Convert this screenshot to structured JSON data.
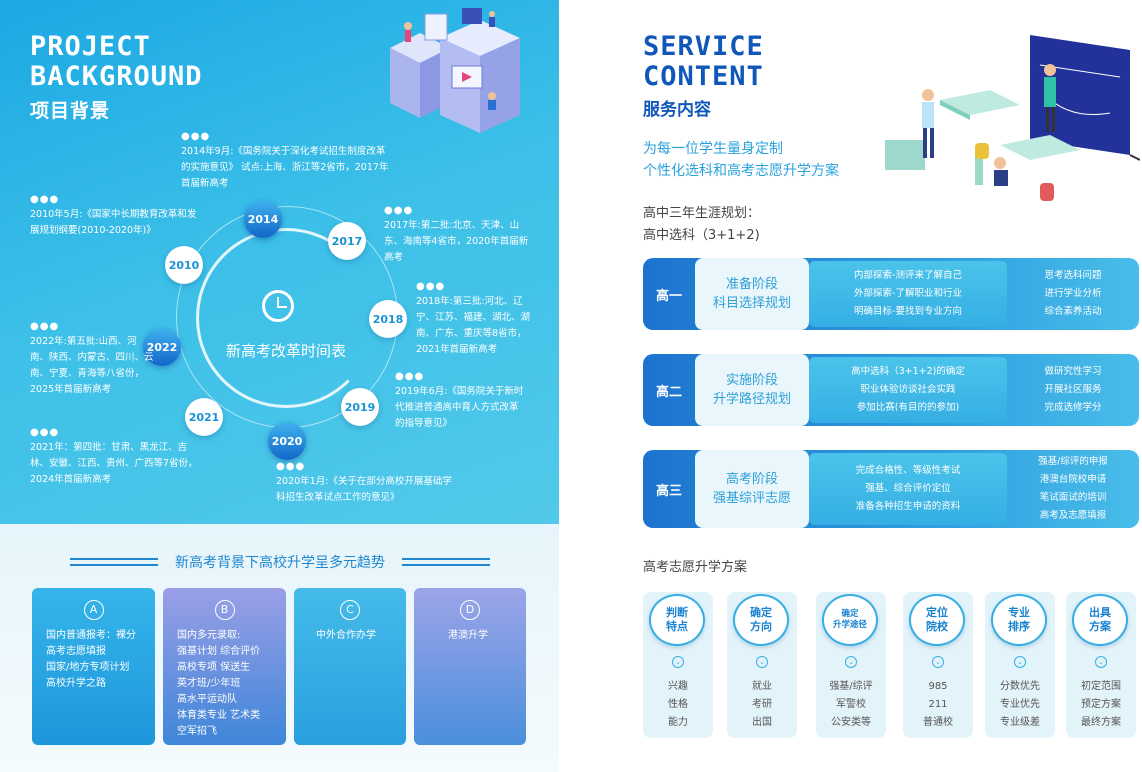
{
  "left": {
    "title_en_1": "PROJECT",
    "title_en_2": "BACKGROUND",
    "title_cn": "项目背景",
    "timeline_center": "新高考改革时间表",
    "years": [
      "2014",
      "2017",
      "2018",
      "2019",
      "2020",
      "2021",
      "2022",
      "2010"
    ],
    "notes": {
      "n2014": [
        "2014年9月:《国务院关于深化考试招生制度改革",
        "的实施意见》 试点:上海、浙江等2省市，2017年",
        "首届新高考"
      ],
      "n2010": [
        "2010年5月:《国家中长期教育改革和发",
        "展规划纲要(2010-2020年)》"
      ],
      "n2017": [
        "2017年:第二批:北京、天津、山",
        "东、海南等4省市，2020年首届新",
        "高考"
      ],
      "n2018": [
        "2018年:第三批:河北、辽",
        "宁、江苏、福建、湖北、湖",
        "南、广东、重庆等8省市，",
        "2021年首届新高考"
      ],
      "n2022": [
        "2022年:第五批:山西、河",
        "南、陕西、内蒙古、四川、云",
        "南、宁夏、青海等八省份，",
        "2025年首届新高考"
      ],
      "n2019": [
        "2019年6月:《国务院关于新时",
        "代推进普通高中育人方式改革",
        "的指导意见》"
      ],
      "n2021": [
        "2021年：第四批：甘肃、黑龙江、吉",
        "林、安徽、江西、贵州、广西等7省份，",
        "2024年首届新高考"
      ],
      "n2020": [
        "2020年1月:《关于在部分高校开展基础学",
        "科招生改革试点工作的意见》"
      ]
    },
    "dots": "●●●",
    "trend_title": "新高考背景下高校升学呈多元趋势",
    "cards": [
      {
        "letter": "A",
        "lines": [
          "国内普通报考：裸分",
          "高考志愿填报",
          "国家/地方专项计划",
          "高校升学之路"
        ]
      },
      {
        "letter": "B",
        "lines": [
          "国内多元录取:",
          "强基计划 综合评价",
          "高校专项 保送生",
          "英才班/少年班",
          "高水平运动队",
          "体育类专业 艺术类",
          "空军招飞"
        ]
      },
      {
        "letter": "C",
        "lines": [
          "中外合作办学"
        ]
      },
      {
        "letter": "D",
        "lines": [
          "港澳升学"
        ]
      }
    ],
    "colors": {
      "panel": "#2fb4e6",
      "card_a": "#2aa6e2",
      "card_b": "#7f8fe0",
      "card_c": "#3bb3e5",
      "card_d": "#8a97e2"
    }
  },
  "right": {
    "title_en_1": "SERVICE",
    "title_en_2": "CONTENT",
    "title_cn": "服务内容",
    "slogan_1": "为每一位学生量身定制",
    "slogan_2": "个性化选科和高考志愿升学方案",
    "plan_1": "高中三年生涯规划：",
    "plan_2": "高中选科（3+1+2)",
    "rows": [
      {
        "grade": "高一",
        "stage_1": "准备阶段",
        "stage_2": "科目选择规划",
        "mid": [
          "内部探索-测评来了解自己",
          "外部探索-了解职业和行业",
          "明确目标-要找到专业方向"
        ],
        "right": [
          "思考选科问题",
          "进行学业分析",
          "综合素养活动"
        ]
      },
      {
        "grade": "高二",
        "stage_1": "实施阶段",
        "stage_2": "升学路径规划",
        "mid": [
          "高中选科（3+1+2)的确定",
          "职业体验访谈社会实践",
          "参加比赛(有目的的参加)"
        ],
        "right": [
          "做研究性学习",
          "开展社区服务",
          "完成选修学分"
        ]
      },
      {
        "grade": "高三",
        "stage_1": "高考阶段",
        "stage_2": "强基综评志愿",
        "mid": [
          "完成合格性、等级性考试",
          "强基、综合评价定位",
          "准备各种招生申请的资料"
        ],
        "right": [
          "强基/综评的申报",
          "港澳台院校申请",
          "笔试面试的培训",
          "高考及志愿填报"
        ]
      }
    ],
    "vol_title": "高考志愿升学方案",
    "vol_cols": [
      {
        "head": [
          "判断",
          "特点"
        ],
        "items": [
          "兴趣",
          "性格",
          "能力"
        ]
      },
      {
        "head": [
          "确定",
          "方向"
        ],
        "items": [
          "就业",
          "考研",
          "出国"
        ]
      },
      {
        "head": [
          "确定",
          "升学途径"
        ],
        "items": [
          "强基/综评",
          "军警校",
          "公安类等"
        ]
      },
      {
        "head": [
          "定位",
          "院校"
        ],
        "items": [
          "985",
          "211",
          "普通校"
        ]
      },
      {
        "head": [
          "专业",
          "排序"
        ],
        "items": [
          "分数优先",
          "专业优先",
          "专业级差"
        ]
      },
      {
        "head": [
          "出具",
          "方案"
        ],
        "items": [
          "初定范围",
          "预定方案",
          "最终方案"
        ]
      }
    ],
    "colors": {
      "title": "#1157b9",
      "accent": "#2aa2de"
    }
  }
}
